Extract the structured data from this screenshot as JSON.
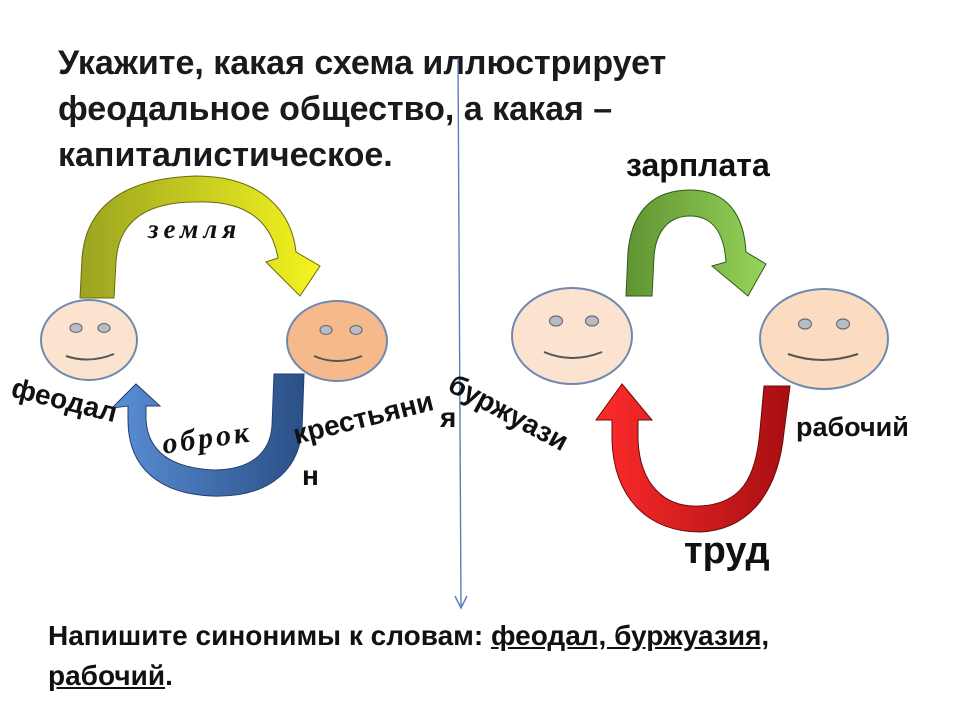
{
  "title": {
    "line1": "Укажите, какая схема иллюстрирует",
    "line2": "феодальное общество, а какая –",
    "line3": "капиталистическое."
  },
  "feudal": {
    "top_label": "земля",
    "bottom_label": "оброк",
    "left_person": "феодал",
    "right_person_part1": "крестьяни",
    "right_person_part2": "я",
    "right_person_part3": "н",
    "top_arrow_colors": [
      "#9aa421",
      "#f5f51e"
    ],
    "bottom_arrow_colors": [
      "#5b8fd6",
      "#2b4f86"
    ],
    "left_face_color": "#fbe3cf",
    "right_face_color": "#f5b98c"
  },
  "capitalist": {
    "top_label": "зарплата",
    "bottom_label": "труд",
    "left_person": "буржуази",
    "right_person": "рабочий",
    "top_arrow_colors": [
      "#5f9432",
      "#97d35a"
    ],
    "bottom_arrow_colors": [
      "#ff2b2b",
      "#a60f12"
    ],
    "left_face_color": "#fbe3cf",
    "right_face_color": "#fbdcc0"
  },
  "task": {
    "prefix": "Напишите синонимы к словам:",
    "words_line1": "феодал, буржуазия,",
    "words_line2": "рабочий",
    "suffix": "."
  },
  "divider_color": "#5b7db8"
}
